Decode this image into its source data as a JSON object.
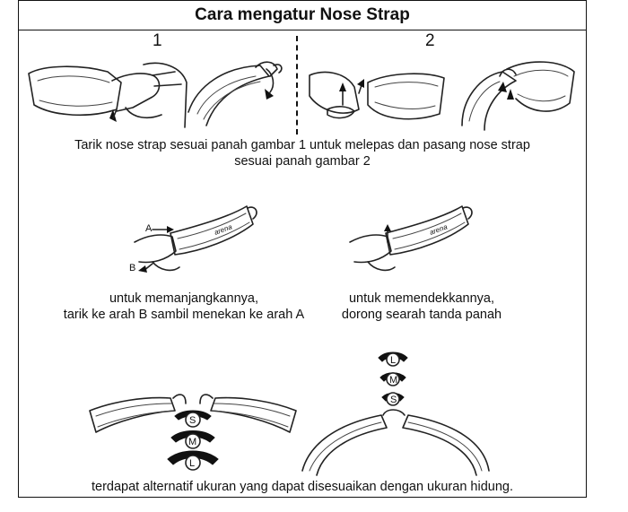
{
  "title": "Cara mengatur Nose Strap",
  "steps": {
    "one": "1",
    "two": "2"
  },
  "captions": {
    "remove_line1": "Tarik nose strap sesuai panah gambar 1 untuk melepas dan pasang nose strap",
    "remove_line2": "sesuai panah gambar 2",
    "lengthen_line1": "untuk memanjangkannya,",
    "lengthen_line2": "tarik ke arah B sambil menekan ke arah A",
    "shorten_line1": "untuk memendekkannya,",
    "shorten_line2": "dorong searah tanda panah",
    "sizes": "terdapat alternatif ukuran yang dapat disesuaikan dengan ukuran hidung."
  },
  "labels": {
    "a": "A",
    "b": "B",
    "brand": "arena"
  },
  "sizes": {
    "s": "S",
    "m": "M",
    "l": "L"
  }
}
